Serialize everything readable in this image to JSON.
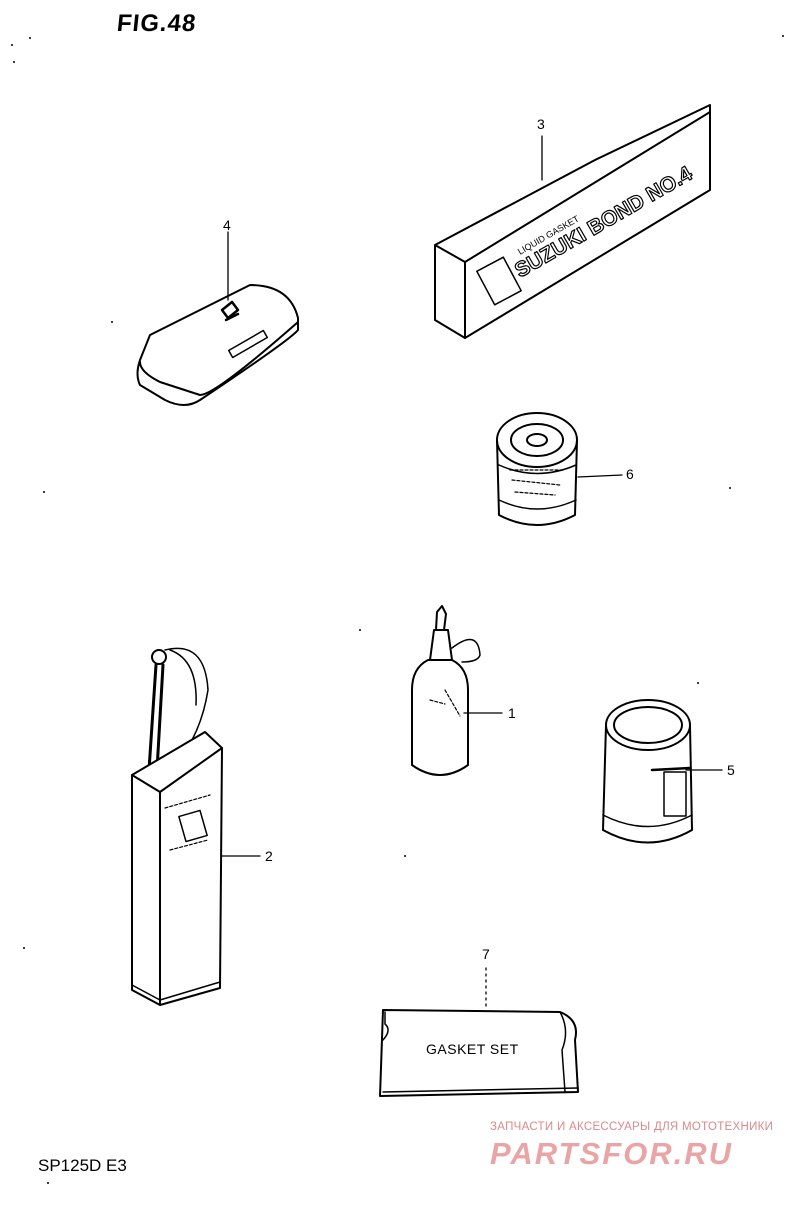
{
  "figure": {
    "title": "FIG.48",
    "model_code": "SP125D  E3"
  },
  "parts": [
    {
      "ref": "1",
      "item": "oil-bottle"
    },
    {
      "ref": "2",
      "item": "oil-can"
    },
    {
      "ref": "3",
      "item": "bond-box"
    },
    {
      "ref": "4",
      "item": "tube-case"
    },
    {
      "ref": "5",
      "item": "grease-can"
    },
    {
      "ref": "6",
      "item": "paste-tin"
    },
    {
      "ref": "7",
      "item": "gasket-set-bag"
    }
  ],
  "labels": {
    "bond_brand": "SUZUKI BOND NO.4",
    "bond_sub": "LIQUID GASKET",
    "gasket_set": "GASKET SET"
  },
  "watermark": {
    "caption": "ЗАПЧАСТИ И АКСЕССУАРЫ ДЛЯ МОТОТЕХНИКИ",
    "logo": "PARTSFOR.RU",
    "color": "#e9a5a5"
  }
}
